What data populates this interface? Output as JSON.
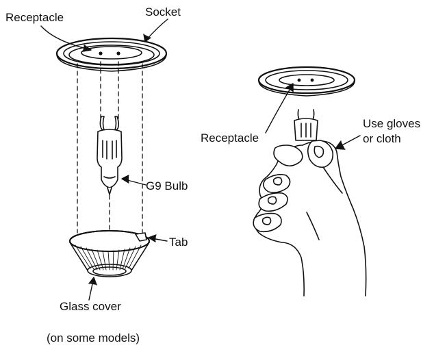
{
  "labels": {
    "receptacle_left": "Receptacle",
    "socket": "Socket",
    "g9_bulb": "G9 Bulb",
    "tab": "Tab",
    "glass_cover": "Glass cover",
    "on_some_models": "(on some models)",
    "receptacle_right": "Receptacle",
    "use_gloves_line1": "Use gloves",
    "use_gloves_line2": "or cloth"
  },
  "colors": {
    "line": "#111111",
    "background": "#ffffff"
  }
}
